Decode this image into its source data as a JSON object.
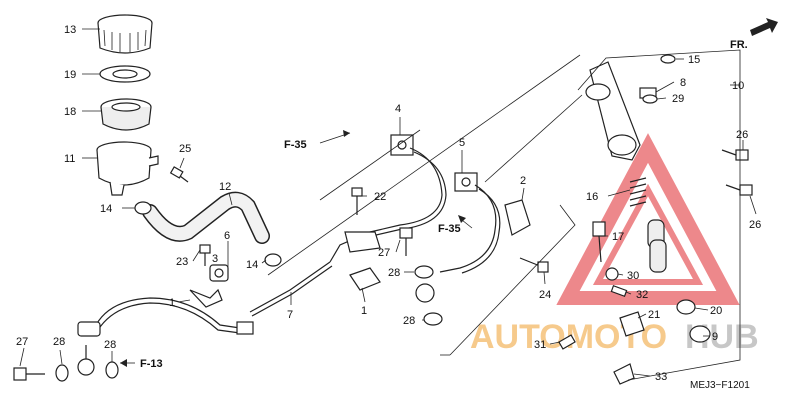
{
  "labels": {
    "p1a": "1",
    "p1b": "1",
    "p2": "2",
    "p3": "3",
    "p4": "4",
    "p5": "5",
    "p6": "6",
    "p7": "7",
    "p8": "8",
    "p9": "9",
    "p10": "10",
    "p11": "11",
    "p12": "12",
    "p13": "13",
    "p14a": "14",
    "p14b": "14",
    "p15": "15",
    "p16": "16",
    "p17": "17",
    "p18": "18",
    "p19": "19",
    "p20": "20",
    "p21": "21",
    "p22": "22",
    "p23": "23",
    "p24": "24",
    "p25": "25",
    "p26a": "26",
    "p26b": "26",
    "p27a": "27",
    "p27b": "27",
    "p28a": "28",
    "p28b": "28",
    "p28c": "28",
    "p28d": "28",
    "p29": "29",
    "p30": "30",
    "p31": "31",
    "p32": "32",
    "p33": "33"
  },
  "refs": {
    "f35a": "F-35",
    "f35b": "F-35",
    "f13": "F-13"
  },
  "direction": "FR.",
  "diagram_code": "MEJ3−F1201",
  "watermark": {
    "text_a": "AUTOMOTO",
    "text_b": "HUB",
    "color_red": "#e0282d",
    "color_orange": "#f0a030"
  }
}
